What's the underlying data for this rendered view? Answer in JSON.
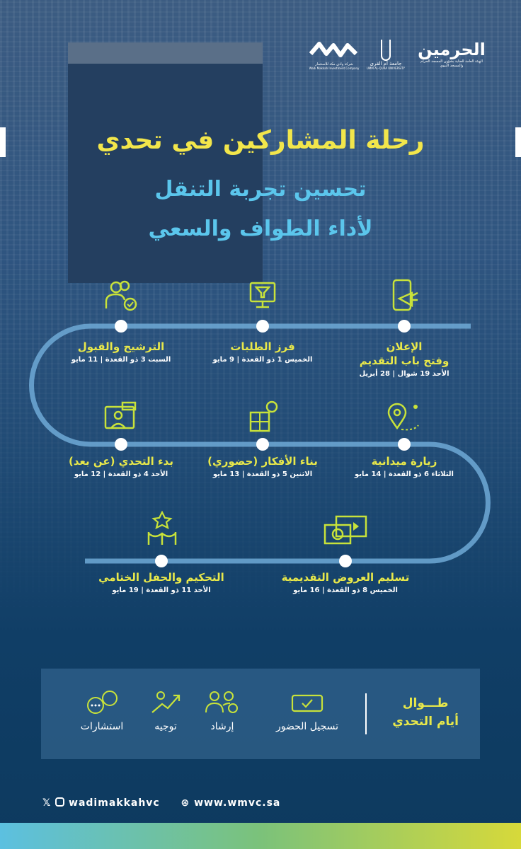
{
  "logos": {
    "alharamain": "الحرمين",
    "alharamain_sub": "الهيئة العامة للعناية بشؤون المسجد الحرام والمسجد النبوي",
    "uqu": "جامعة أم القرى",
    "uqu_en": "UMM AL-QURA UNIVERSITY",
    "wadi": "شركة وادي مكة للاستثمار",
    "wadi_en": "Wadi Makkah Investment Company"
  },
  "title": "رحلة المشاركين في تحدي",
  "subtitle_1": "تحسين تجربة التنقل",
  "subtitle_2": "لأداء الطواف والسعي",
  "steps": [
    {
      "title": "الإعلان",
      "title2": "وفتح باب التقديم",
      "date": "الأحد 19 شوال | 28 أبريل",
      "icon": "megaphone-phone-icon"
    },
    {
      "title": "فرز الطلبات",
      "date": "الخميس 1 ذو القعدة | 9 مايو",
      "icon": "filter-monitor-icon"
    },
    {
      "title": "الترشيح والقبول",
      "date": "السبت 3 ذو القعدة | 11 مايو",
      "icon": "users-check-icon"
    },
    {
      "title": "زيارة ميدانية",
      "date": "الثلاثاء 6 ذو القعدة | 14 مايو",
      "icon": "location-pin-icon"
    },
    {
      "title": "بناء الأفكار (حضوري)",
      "date": "الاثنين 5 ذو القعدة | 13 مايو",
      "icon": "puzzle-idea-icon"
    },
    {
      "title": "بدء التحدي (عن بعد)",
      "date": "الأحد 4 ذو القعدة | 12 مايو",
      "icon": "online-meeting-icon"
    },
    {
      "title": "تسليم العروض التقديمية",
      "date": "الخميس 8 ذو القعدة | 16 مايو",
      "icon": "presentation-icon"
    },
    {
      "title": "التحكيم والحفل الختامي",
      "date": "الأحد 11 ذو القعدة | 19 مايو",
      "icon": "star-podium-icon"
    }
  ],
  "box": {
    "heading_1": "طـــوال",
    "heading_2": "أيام التحدي",
    "items": [
      "تسجيل الحضور",
      "إرشاد",
      "توجيه",
      "استشارات"
    ]
  },
  "footer": {
    "handle": "wadimakkahvc",
    "website": "www.wmvc.sa"
  },
  "colors": {
    "yellow": "#f2e64b",
    "blue": "#5bc6ec",
    "green": "#c8e23a",
    "path": "#6fa9d6"
  }
}
